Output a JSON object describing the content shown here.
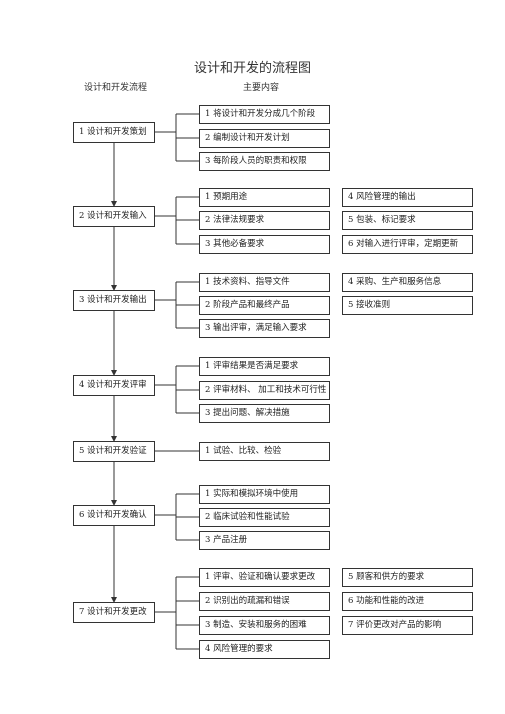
{
  "title": "设计和开发的流程图",
  "headers": {
    "left": "设计和开发流程",
    "right": "主要内容"
  },
  "stages": [
    {
      "label": "1 设计和开发策划",
      "col1": [
        "1 将设计和开发分成几个阶段",
        "2 编制设计和开发计划",
        "3 每阶段人员的职责和权限"
      ],
      "col2": []
    },
    {
      "label": "2 设计和开发输入",
      "col1": [
        "1 预期用途",
        "2 法律法规要求",
        "3 其他必备要求"
      ],
      "col2": [
        "4 风险管理的输出",
        "5 包装、标记要求",
        "6 对输入进行评审，定期更新"
      ]
    },
    {
      "label": "3 设计和开发输出",
      "col1": [
        "1 技术资料、指导文件",
        "2 阶段产品和最终产品",
        "3 输出评审，满足输入要求"
      ],
      "col2": [
        "4 采购、生产和服务信息",
        "5 接收准则"
      ]
    },
    {
      "label": "4 设计和开发评审",
      "col1": [
        "1 评审结果是否满足要求",
        "2 评审材料、 加工和技术可行性",
        "3 提出问题、解决措施"
      ],
      "col2": []
    },
    {
      "label": "5 设计和开发验证",
      "col1": [
        "1 试验、比较、检验"
      ],
      "col2": []
    },
    {
      "label": "6 设计和开发确认",
      "col1": [
        "1 实际和模拟环境中使用",
        "2 临床试验和性能试验",
        "3 产品注册"
      ],
      "col2": []
    },
    {
      "label": "7 设计和开发更改",
      "col1": [
        "1 评审、验证和确认要求更改",
        "2 识别出的疏漏和错误",
        "3 制造、安装和服务的困难",
        "4 风险管理的要求"
      ],
      "col2": [
        "5 顾客和供方的要求",
        "6 功能和性能的改进",
        "7 评价更改对产品的影响"
      ]
    }
  ]
}
